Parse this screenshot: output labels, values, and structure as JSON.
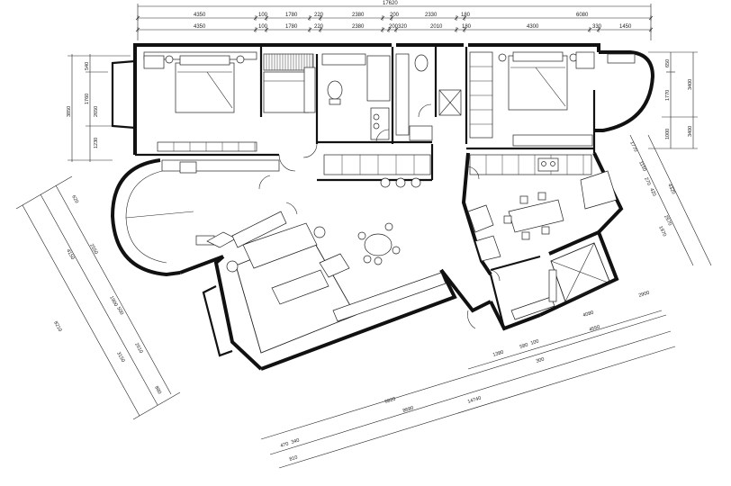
{
  "top_dimensions": {
    "overall": "17620",
    "row1": [
      "4350",
      "100",
      "1780",
      "220",
      "2380",
      "200",
      "2330",
      "180",
      "6080"
    ],
    "row2": [
      "4350",
      "100",
      "1780",
      "220",
      "2380",
      "200",
      "320",
      "2010",
      "180",
      "4300",
      "330",
      "1450"
    ]
  },
  "left_dimensions": {
    "outer": "3850",
    "inner": [
      "540",
      "1760",
      "2650",
      "1230"
    ]
  },
  "right_dimensions": {
    "col1": [
      "650",
      "1770",
      "1000"
    ],
    "col2": [
      "3400",
      "3400"
    ],
    "diag_upper": [
      "1770",
      "1150",
      "270",
      "420"
    ],
    "diag_outer": [
      "4320"
    ],
    "diag_lower": [
      "2570",
      "1970"
    ]
  },
  "left_diagonal_dimensions": {
    "outer": "8210",
    "mid": "4150",
    "inner": [
      "620",
      "2550",
      "1900",
      "500",
      "2610",
      "3150",
      "880"
    ]
  },
  "bottom_dimensions": {
    "bottom_right": [
      "1380",
      "580",
      "100",
      "4080",
      "2900",
      "4550",
      "300"
    ],
    "bottom_long": [
      "6820",
      "8680",
      "14740"
    ],
    "bottom_left": [
      "470",
      "340",
      "810"
    ]
  }
}
